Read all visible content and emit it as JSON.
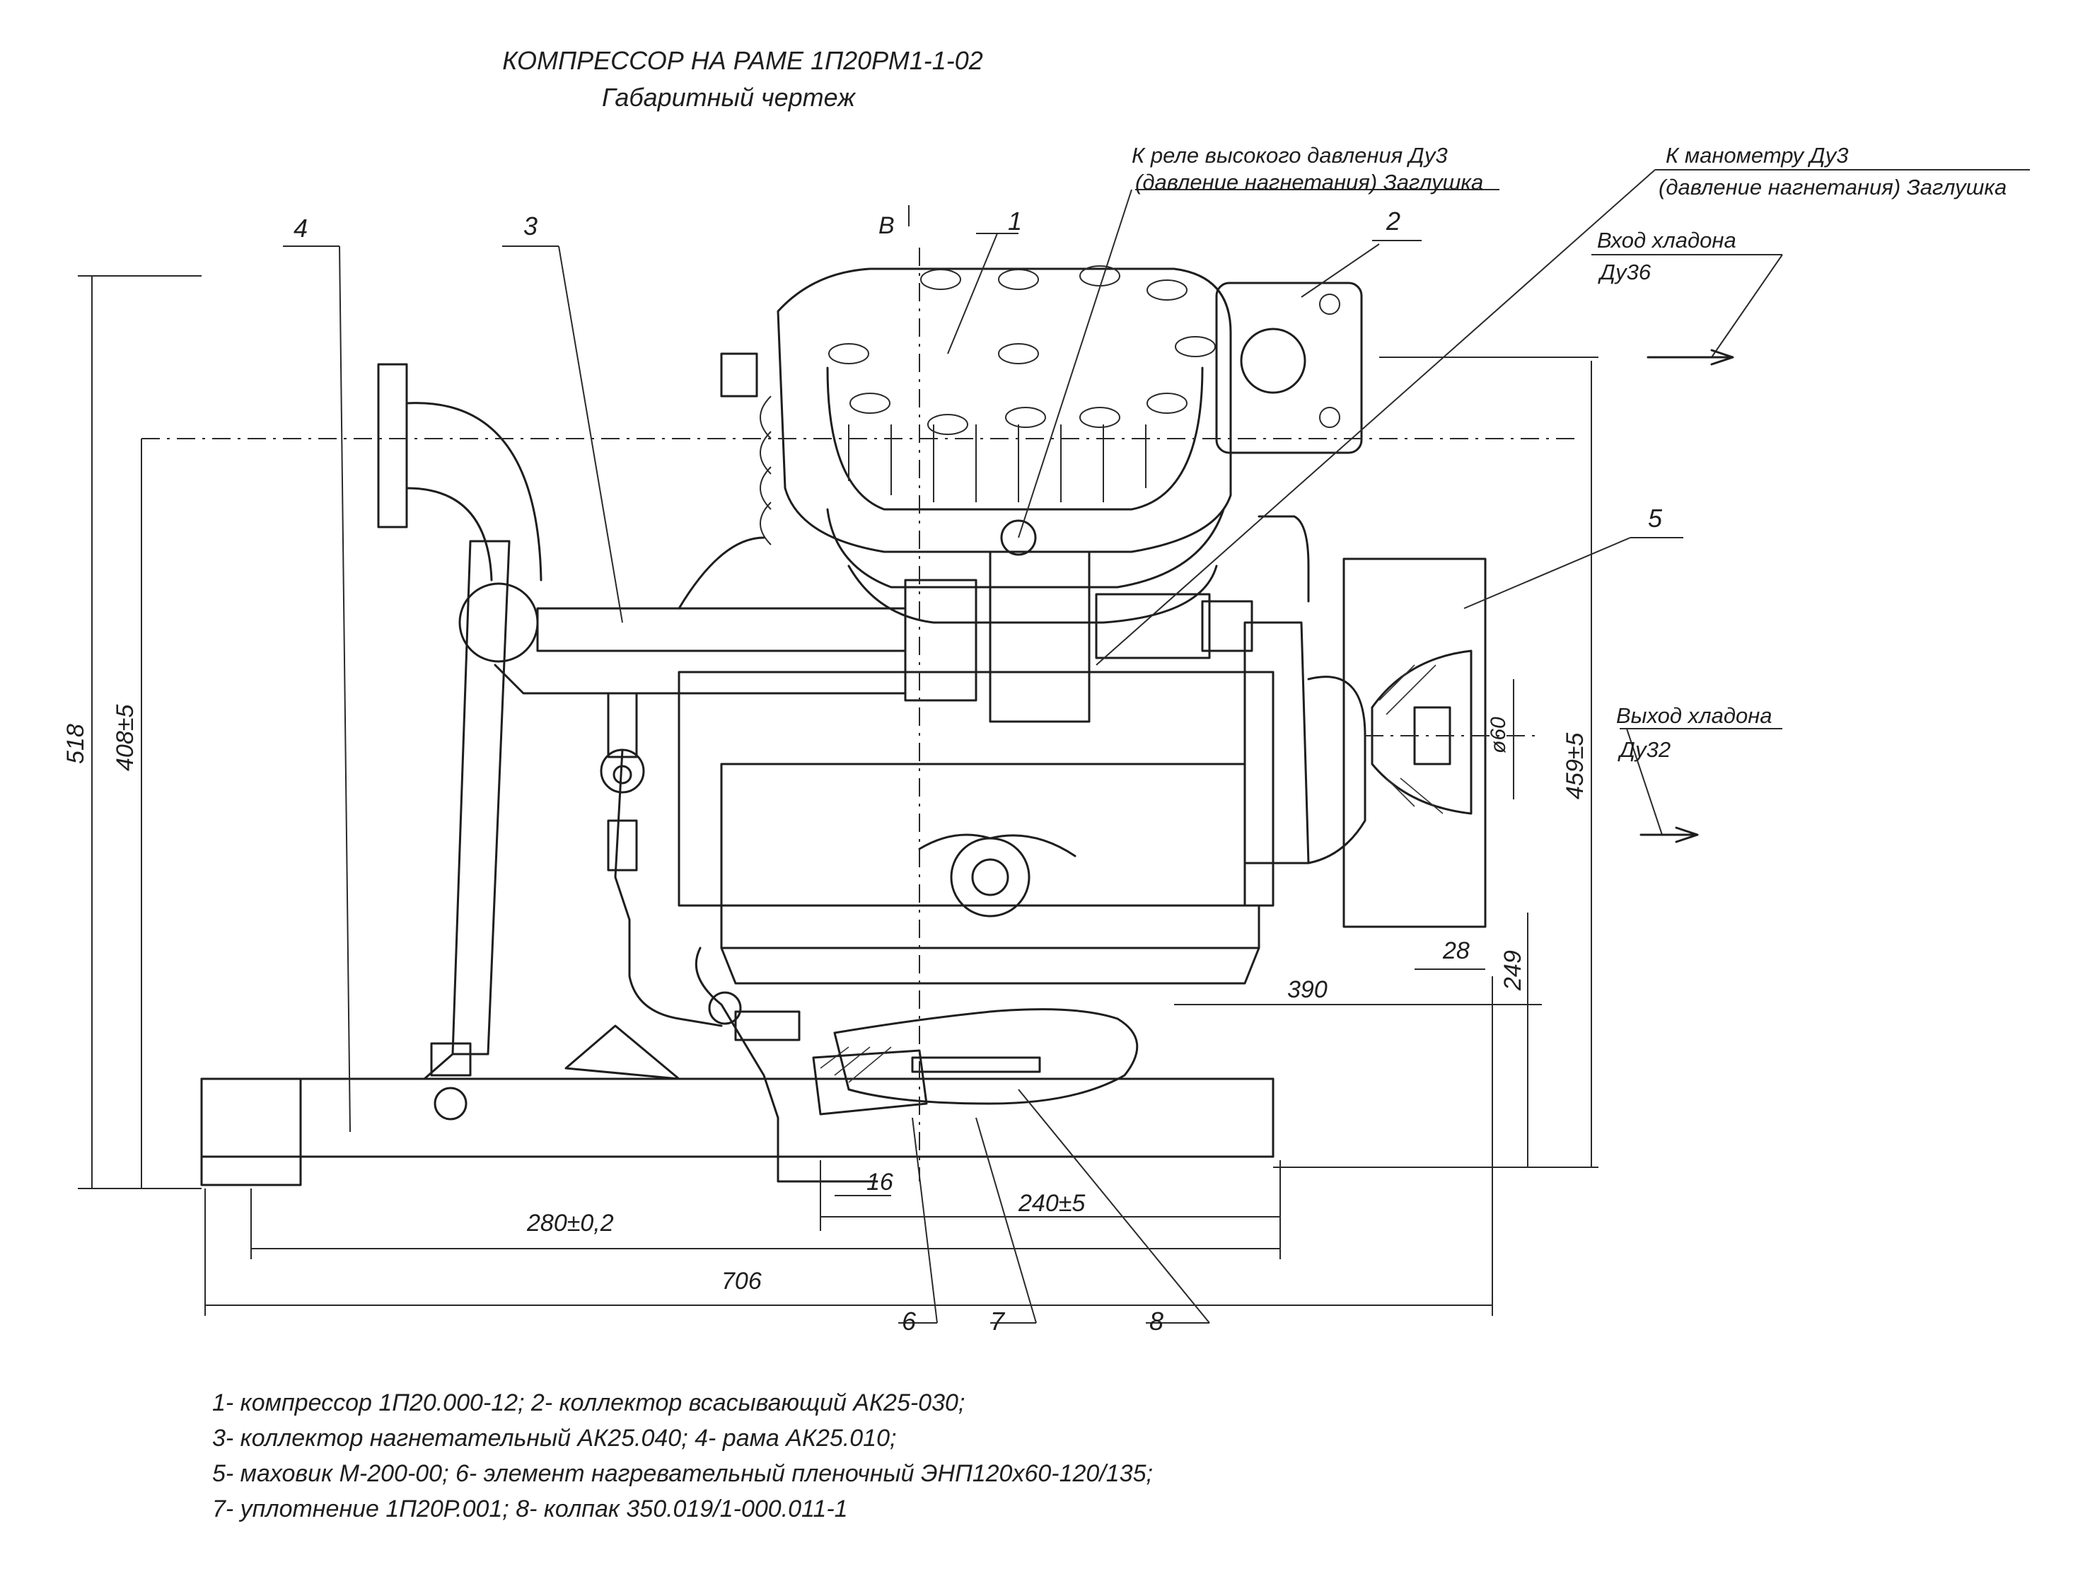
{
  "title": {
    "line1": "КОМПРЕССОР НА РАМЕ 1П20РМ1-1-02",
    "line2": "Габаритный чертеж"
  },
  "callouts": {
    "relay_line1": "К реле высокого давления Ду3",
    "relay_line2": "(давление нагнетания) Заглушка",
    "manometer_line1": "К манометру Ду3",
    "manometer_line2": "(давление нагнетания) Заглушка",
    "inlet_line1": "Вход хладона",
    "inlet_line2": "Ду36",
    "outlet_line1": "Выход хладона",
    "outlet_line2": "Ду32",
    "view_letter": "В"
  },
  "positions": [
    "1",
    "2",
    "3",
    "4",
    "5",
    "6",
    "7",
    "8"
  ],
  "dimensions": {
    "d518": "518",
    "d408": "408±5",
    "d459": "459±5",
    "d390": "390",
    "d249": "249",
    "d28": "28",
    "d60": "ø60",
    "d16": "16",
    "d280": "280±0,2",
    "d240": "240±5",
    "d706": "706"
  },
  "legend": [
    "1- компрессор 1П20.000-12; 2- коллектор всасывающий АК25-030;",
    "3- коллектор нагнетательный АК25.040; 4- рама АК25.010;",
    "5- маховик М-200-00; 6- элемент нагревательный пленочный ЭНП120х60-120/135;",
    "7- уплотнение 1П20Р.001; 8- колпак 350.019/1-000.011-1"
  ]
}
